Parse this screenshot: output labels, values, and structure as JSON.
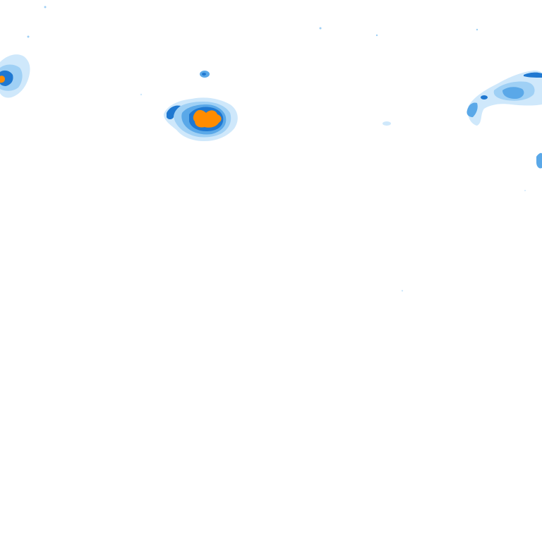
{
  "map": {
    "kind": "precipitation-radar-overlay",
    "background": "#ffffff",
    "intensity_colors": {
      "very_light": "#cfe8fb",
      "light": "#9fd0f5",
      "moderate": "#5aa8e8",
      "heavy": "#1f78d1",
      "very_heavy": "#ff8c00"
    },
    "echo_cells": [
      {
        "name": "west-edge-cell",
        "has_core": true
      },
      {
        "name": "central-cell",
        "has_core": true
      },
      {
        "name": "small-north-cell",
        "has_core": false
      },
      {
        "name": "east-band-cell",
        "has_core": false
      },
      {
        "name": "east-edge-fragment",
        "has_core": false
      },
      {
        "name": "small-east-speck",
        "has_core": false
      }
    ]
  }
}
